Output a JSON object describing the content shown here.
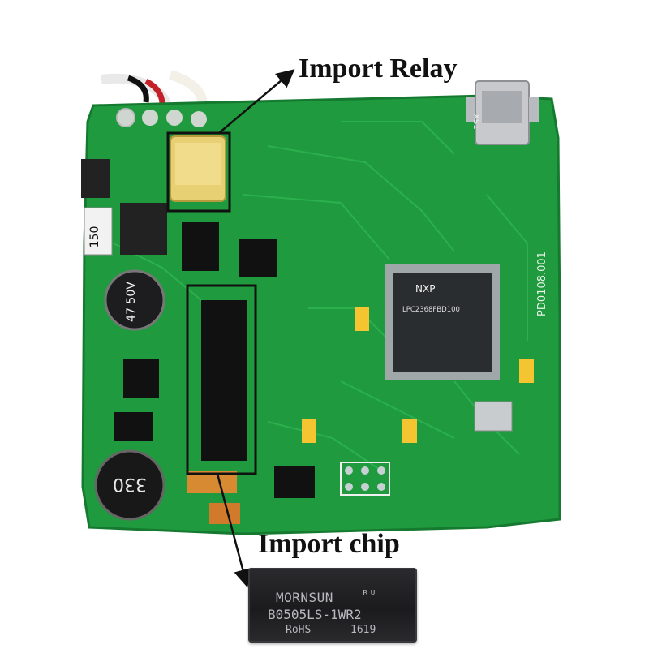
{
  "annotations": {
    "relay_label": "Import Relay",
    "chip_label": "Import chip"
  },
  "chip_marking": {
    "brand": "MORNSUN",
    "cert": "ᴿᵁ",
    "part_number": "B0505LS-1WR2",
    "compliance": "RoHS",
    "date_code": "1619"
  },
  "board_markings": {
    "main_mcu": "NXP",
    "mcu_part": "LPC2368FBD100",
    "board_id": "PD0108.001",
    "inductor": "330",
    "resistor": "150",
    "capacitor": "47 50V",
    "connector": "XS1"
  },
  "colors": {
    "board_green": "#1f9a3e",
    "box_outline": "#111111",
    "chip_body": "#232326"
  }
}
